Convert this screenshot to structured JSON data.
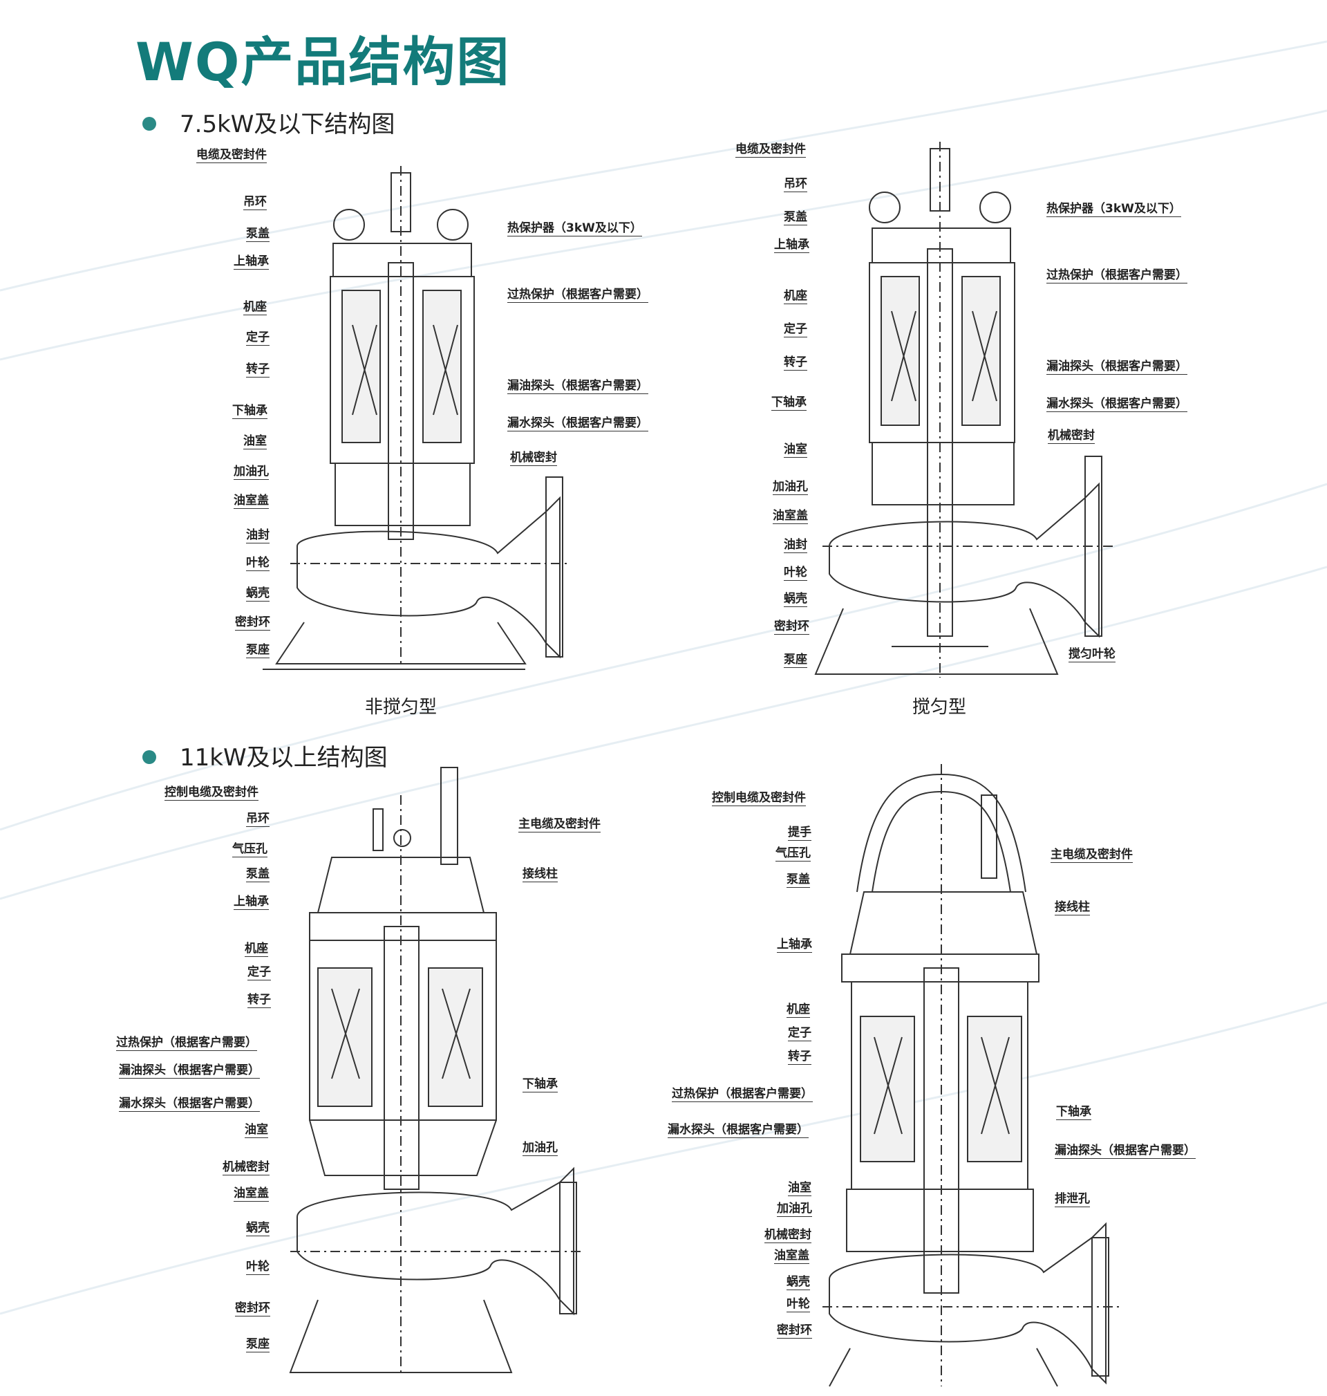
{
  "title": "WQ产品结构图",
  "sections": {
    "small": "7.5kW及以下结构图",
    "large": "11kW及以上结构图"
  },
  "captions": {
    "non_stirring": "非搅匀型",
    "stirring": "搅匀型"
  },
  "diagram_a": {
    "left": [
      "电缆及密封件",
      "吊环",
      "泵盖",
      "上轴承",
      "机座",
      "定子",
      "转子",
      "下轴承",
      "油室",
      "加油孔",
      "油室盖",
      "油封",
      "叶轮",
      "蜗壳",
      "密封环",
      "泵座"
    ],
    "right": [
      "热保护器（3kW及以下）",
      "过热保护（根据客户需要）",
      "漏油探头（根据客户需要）",
      "漏水探头（根据客户需要）",
      "机械密封"
    ]
  },
  "diagram_b": {
    "left": [
      "电缆及密封件",
      "吊环",
      "泵盖",
      "上轴承",
      "机座",
      "定子",
      "转子",
      "下轴承",
      "油室",
      "加油孔",
      "油室盖",
      "油封",
      "叶轮",
      "蜗壳",
      "密封环",
      "泵座"
    ],
    "right": [
      "热保护器（3kW及以下）",
      "过热保护（根据客户需要）",
      "漏油探头（根据客户需要）",
      "漏水探头（根据客户需要）",
      "机械密封",
      "搅匀叶轮"
    ]
  },
  "diagram_c": {
    "left": [
      "控制电缆及密封件",
      "吊环",
      "气压孔",
      "泵盖",
      "上轴承",
      "机座",
      "定子",
      "转子",
      "过热保护（根据客户需要）",
      "漏油探头（根据客户需要）",
      "漏水探头（根据客户需要）",
      "油室",
      "机械密封",
      "油室盖",
      "蜗壳",
      "叶轮",
      "密封环",
      "泵座"
    ],
    "right": [
      "主电缆及密封件",
      "接线柱",
      "下轴承",
      "加油孔"
    ]
  },
  "diagram_d": {
    "left": [
      "控制电缆及密封件",
      "提手",
      "气压孔",
      "泵盖",
      "上轴承",
      "机座",
      "定子",
      "转子",
      "过热保护（根据客户需要）",
      "漏水探头（根据客户需要）",
      "油室",
      "加油孔",
      "机械密封",
      "油室盖",
      "蜗壳",
      "叶轮",
      "密封环"
    ],
    "right": [
      "主电缆及密封件",
      "接线柱",
      "下轴承",
      "漏油探头（根据客户需要）",
      "排泄孔"
    ]
  },
  "colors": {
    "accent": "#137b7a",
    "bullet": "#2a8a86",
    "line": "#333333"
  }
}
